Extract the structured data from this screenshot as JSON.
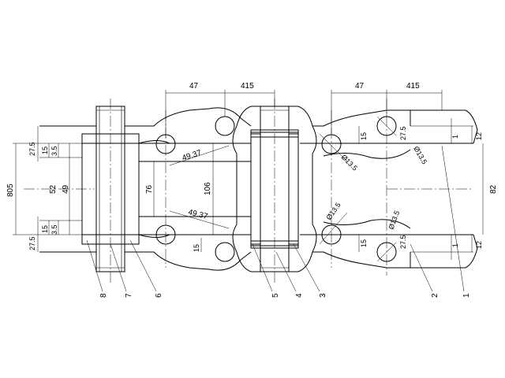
{
  "dims": {
    "pitch_left": "47",
    "offset_left": "415",
    "pitch_right": "47",
    "offset_right": "415",
    "overall_height": "805",
    "inner_width_52": "52",
    "inner_width_49": "49",
    "plate_width_76": "76",
    "plate_width_106": "106",
    "right_height_82": "82",
    "plate_top_275": "27.5",
    "plate_bottom_275": "27.5",
    "plate_15_top": "15",
    "plate_35_top": "3.5",
    "plate_15_bottom": "15",
    "plate_35_bottom": "3.5",
    "radius_4937_top": "49.37",
    "radius_4937_bottom": "49.37",
    "hole_135_a": "Ø13.5",
    "hole_135_b": "Ø13.5",
    "hole_135_c": "Ø13.5",
    "hole_135_d": "Ø13.5",
    "mid_15_top": "15",
    "mid_15_bottom": "15",
    "right_275_top": "27.5",
    "right_275_bottom": "27.5",
    "right_15_bottom": "15",
    "right_1_top": "1",
    "right_1_bottom": "1",
    "right_12_top": "12",
    "right_12_bottom": "12",
    "lower_left_15": "15"
  },
  "parts": [
    "8",
    "7",
    "6",
    "5",
    "4",
    "3",
    "2",
    "1"
  ]
}
